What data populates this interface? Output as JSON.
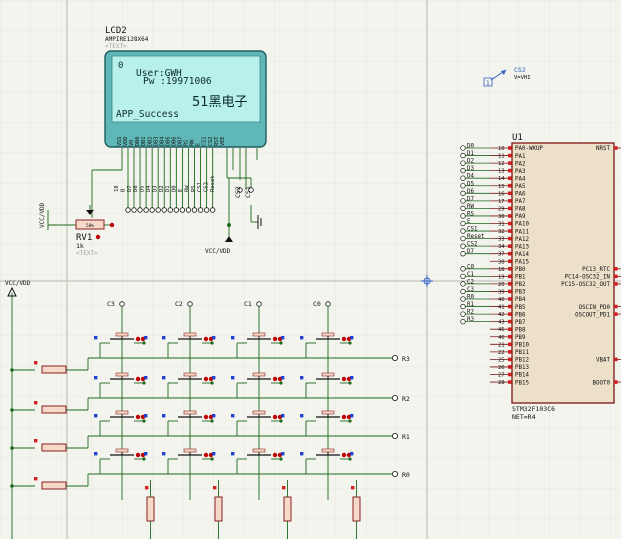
{
  "lcd": {
    "ref": "LCD2",
    "part": "AMPIRE128X64",
    "text_tag": "<TEXT>",
    "screen_lines": [
      "0",
      "User:GWH",
      "Pw :19971006",
      "51黑电子",
      "APP_Success"
    ],
    "pins_top": [
      "VSS",
      "VDD",
      "VO",
      "DB0",
      "DB1",
      "DB2",
      "DB3",
      "DB4",
      "DB5",
      "DB6",
      "DB7",
      "RS",
      "RW",
      "E",
      "CS1",
      "CS2",
      "RST",
      "VEE"
    ],
    "pins_bottom": [
      "18",
      "B",
      "D7",
      "D6",
      "D5",
      "D4",
      "D3",
      "D2",
      "D1",
      "D0",
      "E",
      "RW",
      "RS",
      "CS1",
      "CS2",
      "Reset"
    ],
    "misc": {
      "vcc": "VCC/VDD",
      "cs_labels": [
        "CS2",
        "CS1"
      ]
    }
  },
  "pot": {
    "ref": "RV1",
    "value": "1k",
    "tag": "<TEXT>",
    "mark": "50%",
    "rail": "VCC/VDD"
  },
  "vcc_left": "VCC/VDD",
  "gnd_label": "VCC/VDD",
  "mcu": {
    "ref": "U1",
    "part": "STM32F103C6",
    "net": "NET=R4",
    "left_pins": [
      {
        "num": "10",
        "name": "PA0-WKUP",
        "net": "D0"
      },
      {
        "num": "11",
        "name": "PA1",
        "net": "D1"
      },
      {
        "num": "12",
        "name": "PA2",
        "net": "D2"
      },
      {
        "num": "13",
        "name": "PA3",
        "net": "D3"
      },
      {
        "num": "14",
        "name": "PA4",
        "net": "D4"
      },
      {
        "num": "15",
        "name": "PA5",
        "net": "D5"
      },
      {
        "num": "16",
        "name": "PA6",
        "net": "D6"
      },
      {
        "num": "17",
        "name": "PA7",
        "net": "D7"
      },
      {
        "num": "29",
        "name": "PA8",
        "net": "RW"
      },
      {
        "num": "30",
        "name": "PA9",
        "net": "RS"
      },
      {
        "num": "31",
        "name": "PA10",
        "net": "E"
      },
      {
        "num": "32",
        "name": "PA11",
        "net": "CS1"
      },
      {
        "num": "33",
        "name": "PA12",
        "net": "Reset"
      },
      {
        "num": "34",
        "name": "PA13",
        "net": "CS2"
      },
      {
        "num": "37",
        "name": "PA14",
        "net": "D7"
      },
      {
        "num": "38",
        "name": "PA15",
        "net": ""
      },
      {
        "num": "18",
        "name": "PB0",
        "net": "C0"
      },
      {
        "num": "19",
        "name": "PB1",
        "net": "C1"
      },
      {
        "num": "20",
        "name": "PB2",
        "net": "C2"
      },
      {
        "num": "39",
        "name": "PB3",
        "net": "C3"
      },
      {
        "num": "40",
        "name": "PB4",
        "net": "R0"
      },
      {
        "num": "41",
        "name": "PB5",
        "net": "R1"
      },
      {
        "num": "42",
        "name": "PB6",
        "net": "R2"
      },
      {
        "num": "43",
        "name": "PB7",
        "net": "R3"
      },
      {
        "num": "45",
        "name": "PB8",
        "net": ""
      },
      {
        "num": "46",
        "name": "PB9",
        "net": ""
      },
      {
        "num": "21",
        "name": "PB10",
        "net": ""
      },
      {
        "num": "22",
        "name": "PB11",
        "net": ""
      },
      {
        "num": "25",
        "name": "PB12",
        "net": ""
      },
      {
        "num": "26",
        "name": "PB13",
        "net": ""
      },
      {
        "num": "27",
        "name": "PB14",
        "net": ""
      },
      {
        "num": "28",
        "name": "PB15",
        "net": ""
      }
    ],
    "right_pins": [
      {
        "name": "NRST",
        "row": 0
      },
      {
        "name": "PC13_RTC",
        "row": 16
      },
      {
        "name": "PC14-OSC32_IN",
        "row": 17
      },
      {
        "name": "PC15-OSC32_OUT",
        "row": 18
      },
      {
        "name": "OSCIN_PD0",
        "row": 21
      },
      {
        "name": "OSCOUT_PD1",
        "row": 22
      },
      {
        "name": "VBAT",
        "row": 28
      },
      {
        "name": "BOOT0",
        "row": 31
      }
    ]
  },
  "probe": {
    "ref": "CS2",
    "value": "V=VHI",
    "digits": "1"
  },
  "keypad": {
    "cols": [
      "C3",
      "C2",
      "C1",
      "C0"
    ],
    "rows": [
      "R3",
      "R2",
      "R1",
      "R0"
    ]
  }
}
